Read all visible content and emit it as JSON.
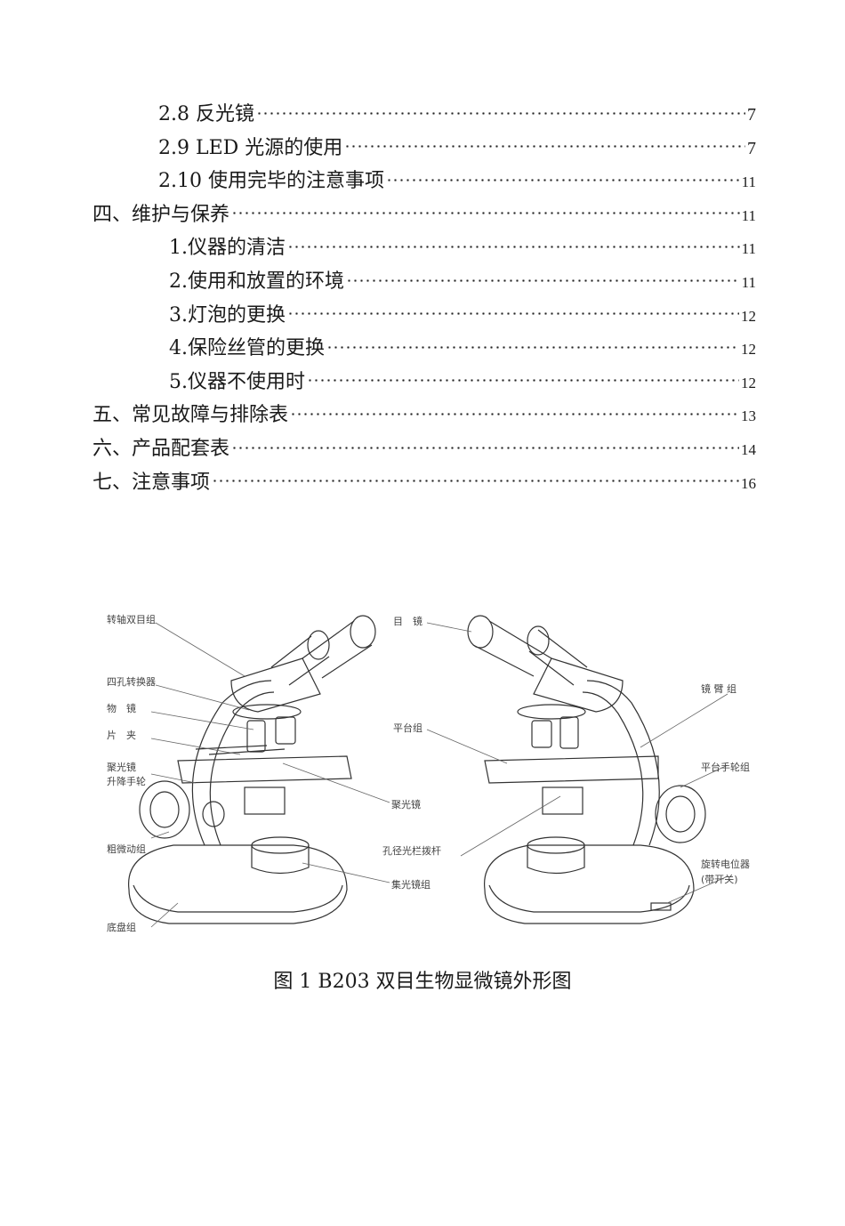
{
  "toc": [
    {
      "label": "2.8 反光镜",
      "page": "7",
      "indent": 178
    },
    {
      "label": "2.9 LED 光源的使用",
      "page": "7",
      "indent": 178
    },
    {
      "label": "2.10 使用完毕的注意事项",
      "page": "11",
      "indent": 178
    },
    {
      "label": "四、维护与保养",
      "page": "11",
      "indent": 104
    },
    {
      "label": "1.仪器的清洁",
      "page": "11",
      "indent": 190
    },
    {
      "label": "2.使用和放置的环境",
      "page": "11",
      "indent": 190
    },
    {
      "label": "3.灯泡的更换",
      "page": "12",
      "indent": 190
    },
    {
      "label": "4.保险丝管的更换",
      "page": "12",
      "indent": 190
    },
    {
      "label": "5.仪器不使用时",
      "page": "12",
      "indent": 190
    },
    {
      "label": "五、常见故障与排除表",
      "page": "13",
      "indent": 104
    },
    {
      "label": "六、产品配套表",
      "page": "14",
      "indent": 104
    },
    {
      "label": "七、注意事项",
      "page": "16",
      "indent": 104
    }
  ],
  "figure": {
    "caption": "图 1  B203 双目生物显微镜外形图",
    "left_labels": {
      "rotating_head": "转轴双目组",
      "nosepiece": "四孔转换器",
      "objective": "物　镜",
      "clip": "片　夹",
      "condenser_lift_1": "聚光镜",
      "condenser_lift_2": "升降手轮",
      "focus": "粗微动组",
      "base": "底盘组",
      "condenser": "聚光镜",
      "collector": "集光镜组"
    },
    "right_labels": {
      "eyepiece": "目　镜",
      "stage": "平台组",
      "arm": "镜 臂 组",
      "stage_knob": "平台手轮组",
      "diaphragm_lever": "孔径光栏拨杆",
      "potentiometer_1": "旋转电位器",
      "potentiometer_2": "(带开关)"
    }
  }
}
